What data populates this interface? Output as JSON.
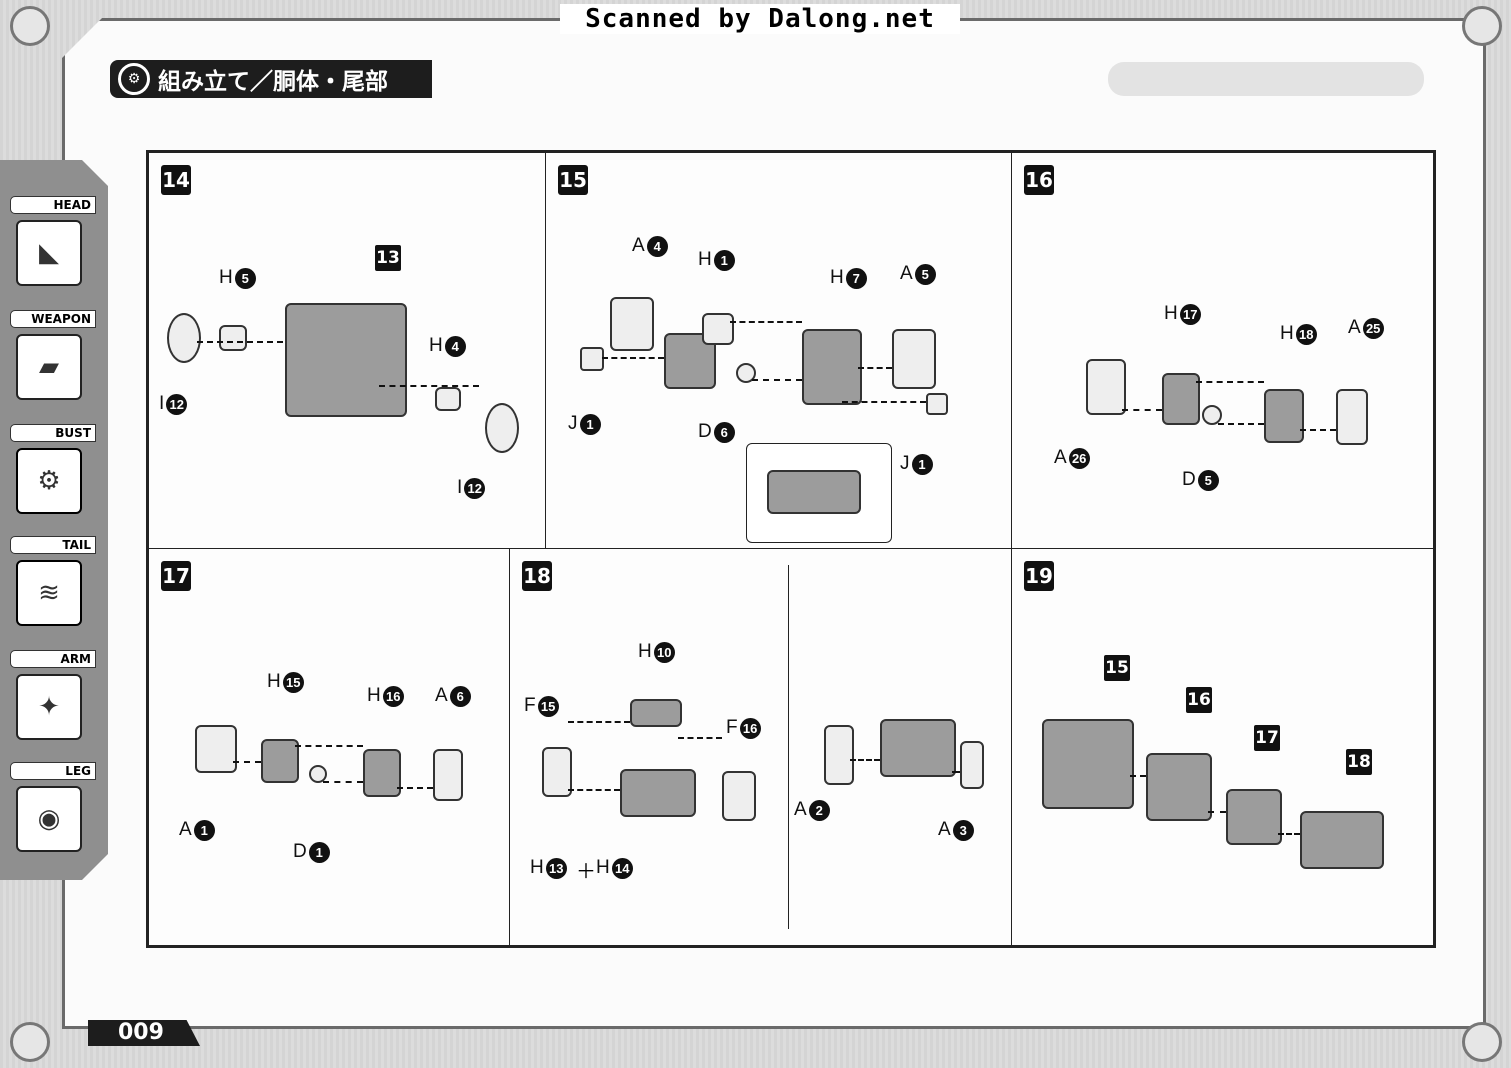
{
  "banner": "Scanned by Dalong.net",
  "title": "組み立て／胴体・尾部",
  "page_number": "009",
  "sidebar": {
    "tabs": [
      {
        "label": "HEAD"
      },
      {
        "label": "WEAPON"
      },
      {
        "label": "BUST"
      },
      {
        "label": "TAIL"
      },
      {
        "label": "ARM"
      },
      {
        "label": "LEG"
      }
    ]
  },
  "steps": {
    "s14": {
      "num": "14",
      "ref": "13",
      "parts": [
        {
          "letter": "H",
          "n": "5"
        },
        {
          "letter": "H",
          "n": "4"
        },
        {
          "letter": "I",
          "n": "12"
        },
        {
          "letter": "I",
          "n": "12"
        }
      ]
    },
    "s15": {
      "num": "15",
      "parts": [
        {
          "letter": "A",
          "n": "4"
        },
        {
          "letter": "H",
          "n": "1"
        },
        {
          "letter": "H",
          "n": "7"
        },
        {
          "letter": "A",
          "n": "5"
        },
        {
          "letter": "J",
          "n": "1"
        },
        {
          "letter": "D",
          "n": "6"
        },
        {
          "letter": "J",
          "n": "1"
        }
      ]
    },
    "s16": {
      "num": "16",
      "parts": [
        {
          "letter": "H",
          "n": "17"
        },
        {
          "letter": "H",
          "n": "18"
        },
        {
          "letter": "A",
          "n": "25"
        },
        {
          "letter": "A",
          "n": "26"
        },
        {
          "letter": "D",
          "n": "5"
        }
      ]
    },
    "s17": {
      "num": "17",
      "parts": [
        {
          "letter": "H",
          "n": "15"
        },
        {
          "letter": "H",
          "n": "16"
        },
        {
          "letter": "A",
          "n": "6"
        },
        {
          "letter": "A",
          "n": "1"
        },
        {
          "letter": "D",
          "n": "1"
        }
      ]
    },
    "s18": {
      "num": "18",
      "parts": [
        {
          "letter": "H",
          "n": "10"
        },
        {
          "letter": "F",
          "n": "15"
        },
        {
          "letter": "F",
          "n": "16"
        },
        {
          "letter": "H",
          "n": "13"
        },
        {
          "letter": "H",
          "n": "14"
        },
        {
          "letter": "A",
          "n": "2"
        },
        {
          "letter": "A",
          "n": "3"
        }
      ],
      "plus": "＋"
    },
    "s19": {
      "num": "19",
      "refs": [
        "15",
        "16",
        "17",
        "18"
      ]
    }
  }
}
